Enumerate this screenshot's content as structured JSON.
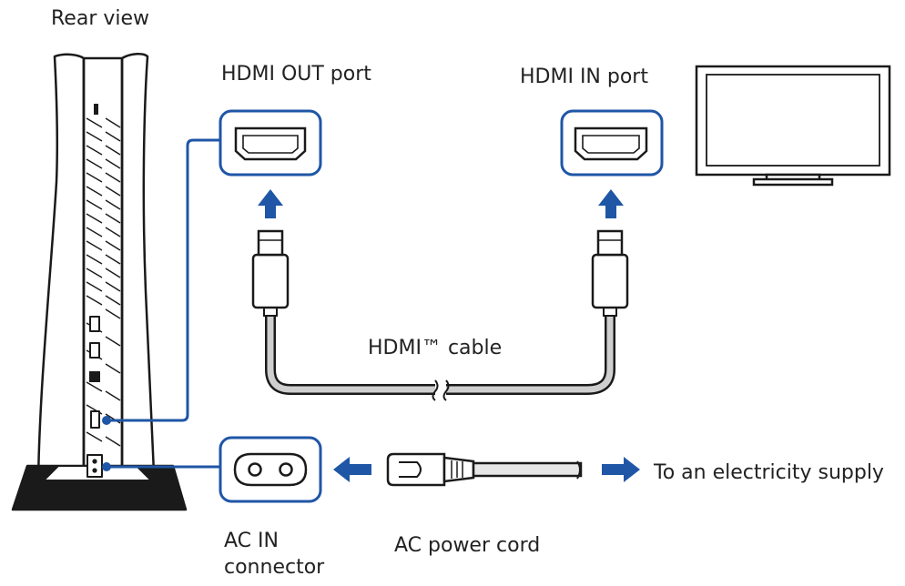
{
  "labels": {
    "rear_view": "Rear view",
    "hdmi_out_port": "HDMI OUT port",
    "hdmi_in_port": "HDMI IN port",
    "hdmi_cable": "HDMI™ cable",
    "electricity_supply": "To an electricity supply",
    "ac_in_line1": "AC IN",
    "ac_in_line2": "connector",
    "ac_power_cord": "AC power cord"
  },
  "colors": {
    "accent_blue": "#1f56a6",
    "outline": "#1a1a1a",
    "cable_grey": "#cfcfcf"
  },
  "icons": {
    "console": "console-rear-icon",
    "tv": "tv-icon",
    "hdmi_port": "hdmi-port-icon",
    "ac_inlet": "ac-inlet-icon",
    "arrow": "arrow-icon"
  }
}
